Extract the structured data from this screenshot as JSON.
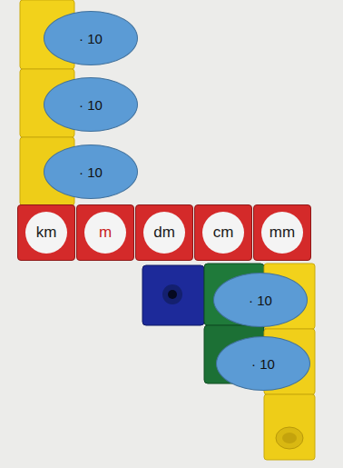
{
  "diagram": {
    "nodes": [
      {
        "text": [
          "· 10"
        ]
      },
      {
        "text": [
          "· 10"
        ]
      },
      {
        "text": [
          "· 10"
        ]
      },
      {
        "text": [
          "km"
        ]
      },
      {
        "text": [
          "m"
        ]
      },
      {
        "text": [
          "dm"
        ]
      },
      {
        "text": [
          "cm"
        ]
      },
      {
        "text": [
          "mm"
        ]
      },
      {
        "text": [
          "· 10"
        ]
      },
      {
        "text": [
          "· 10"
        ]
      }
    ]
  }
}
